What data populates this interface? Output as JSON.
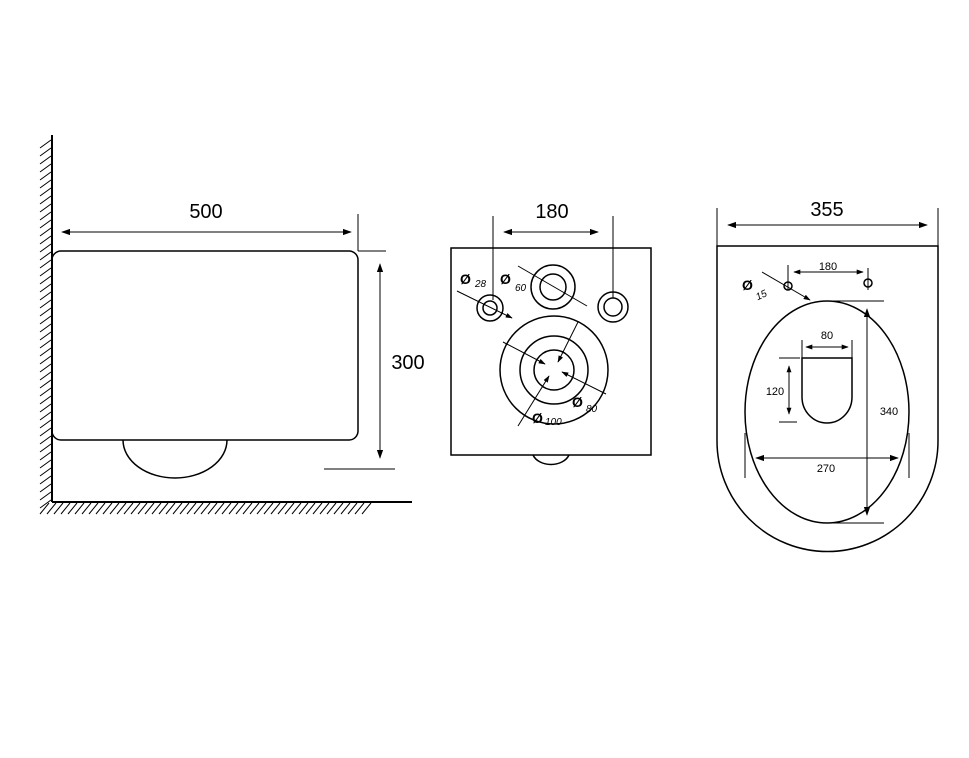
{
  "side_view": {
    "width_label": "500",
    "height_label": "300"
  },
  "back_view": {
    "spacing_label": "180",
    "hole_small_label": "28",
    "hole_top_label": "60",
    "outlet_outer_label": "100",
    "outlet_inner_label": "80"
  },
  "top_view": {
    "width_label": "355",
    "bolt_spacing_label": "180",
    "bolt_hole_label": "15",
    "opening_width_label": "80",
    "opening_height_label": "120",
    "seat_length_label": "340",
    "seat_width_label": "270"
  },
  "symbols": {
    "diameter": "Ø"
  }
}
